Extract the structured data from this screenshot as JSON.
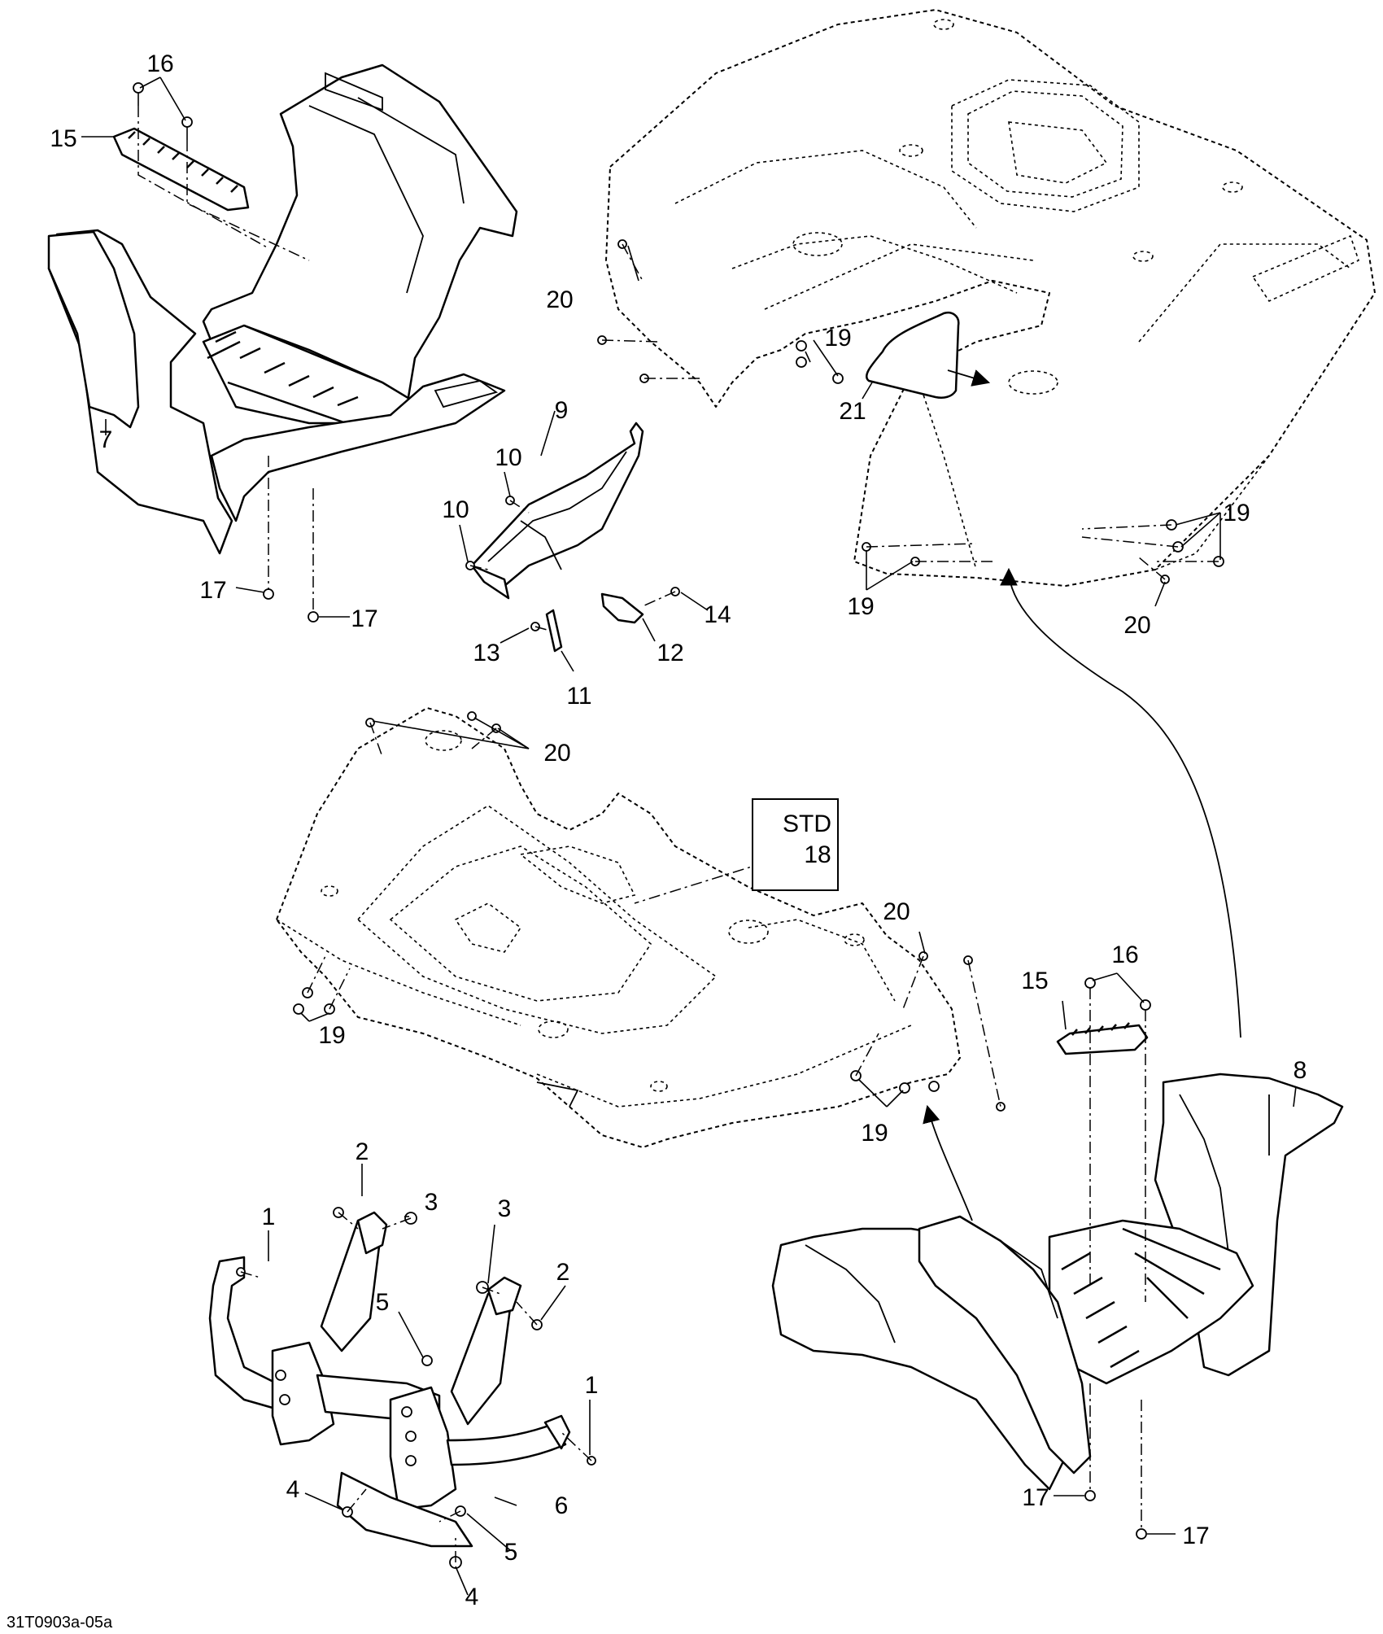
{
  "diagram": {
    "drawing_code": "31T0903a-05a",
    "std_box_label": "STD",
    "callouts": {
      "c1a": "1",
      "c1b": "1",
      "c2a": "2",
      "c2b": "2",
      "c3a": "3",
      "c3b": "3",
      "c4a": "4",
      "c4b": "4",
      "c5a": "5",
      "c5b": "5",
      "c6": "6",
      "c7": "7",
      "c8": "8",
      "c9": "9",
      "c10a": "10",
      "c10b": "10",
      "c11": "11",
      "c12": "12",
      "c13": "13",
      "c14": "14",
      "c15a": "15",
      "c15b": "15",
      "c16a": "16",
      "c16b": "16",
      "c17a": "17",
      "c17b": "17",
      "c17c": "17",
      "c17d": "17",
      "c18": "18",
      "c19a": "19",
      "c19b": "19",
      "c19c": "19",
      "c19d": "19",
      "c19e": "19",
      "c20a": "20",
      "c20b": "20",
      "c20c": "20",
      "c20d": "20",
      "c21": "21"
    }
  }
}
